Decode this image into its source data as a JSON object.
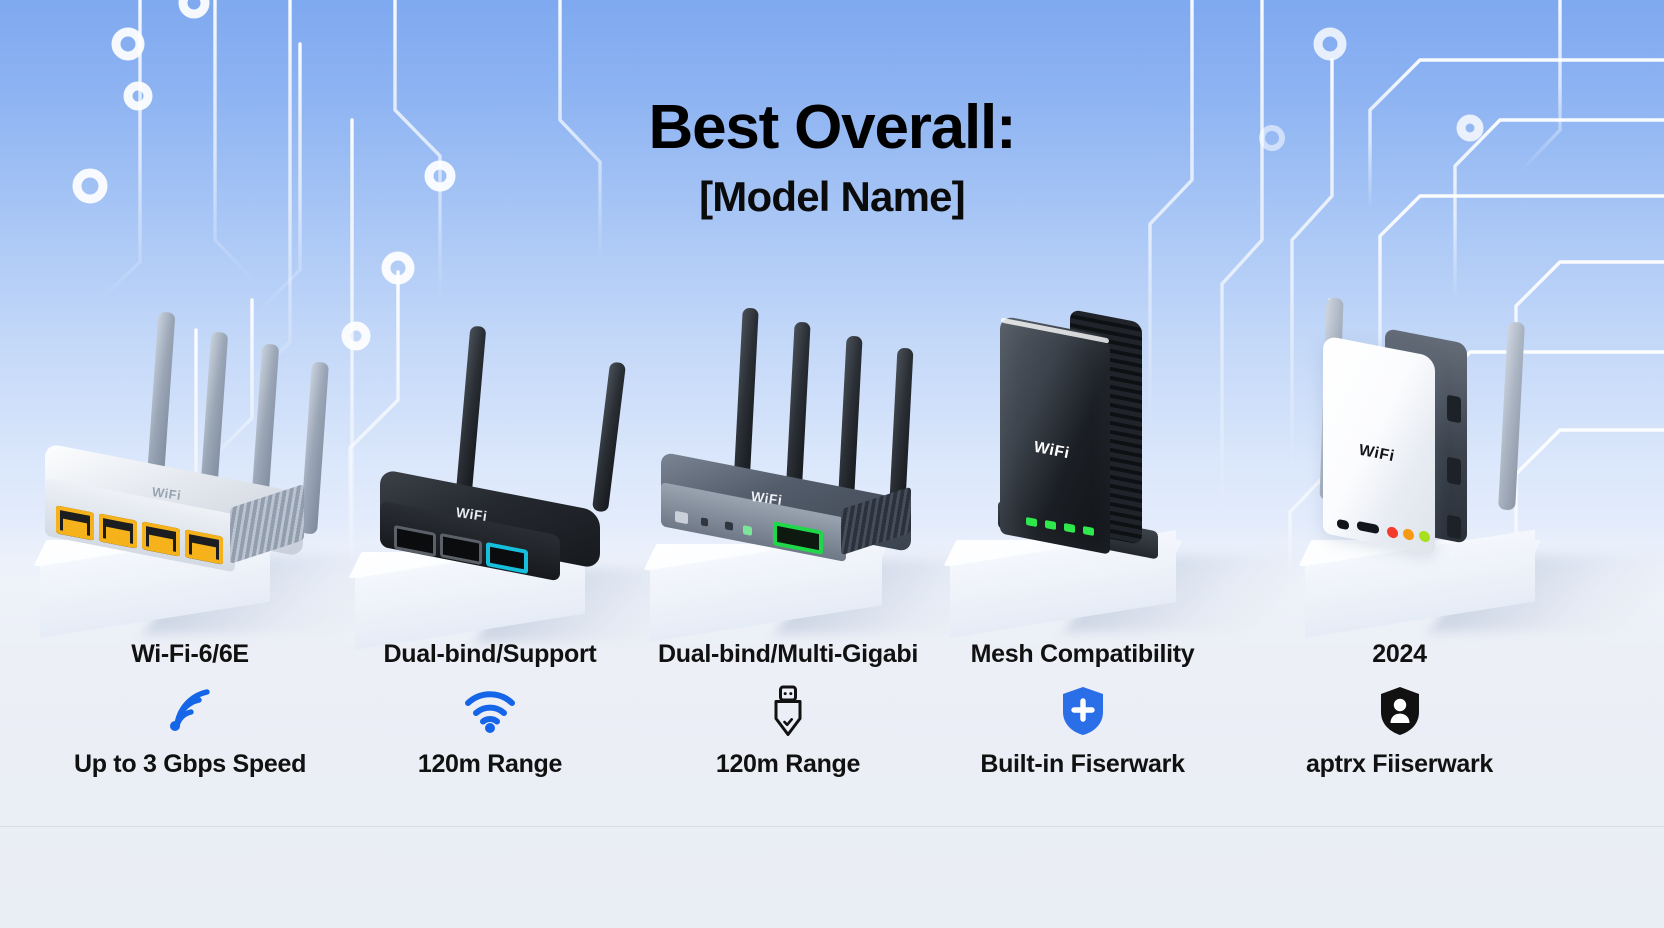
{
  "header": {
    "title": "Best Overall:",
    "subtitle": "[Model Name]"
  },
  "colors": {
    "accent_blue": "#1565e8",
    "background_top": "#7fa9f0",
    "background_bottom": "#e7ebf3",
    "port_yellow": "#f5b21a",
    "port_cyan": "#16c0dd",
    "port_green": "#1ed84a",
    "led_green": "#2ee84c",
    "led_red": "#f23b2a",
    "led_orange": "#f79a13",
    "led_lime": "#a8e020",
    "shield_blue": "#2a6ee8",
    "shield_black": "#111111"
  },
  "products": [
    {
      "id": "product-1",
      "device_brand": "WiFi",
      "top_label": "Wi-Fi-6/6E",
      "icon_name": "wifi-signal-bars-icon",
      "bottom_label": "Up to 3 Gbps Speed",
      "device_type": "silver-router-4-antenna",
      "antenna_count": 4,
      "port_count": 4,
      "port_color": "#f5b21a"
    },
    {
      "id": "product-2",
      "device_brand": "WiFi",
      "top_label": "Dual-bind/Support",
      "icon_name": "wifi-icon",
      "bottom_label": "120m Range",
      "device_type": "black-router-2-antenna",
      "antenna_count": 2,
      "port_count": 3,
      "port_color": "#16c0dd"
    },
    {
      "id": "product-3",
      "device_brand": "WiFi",
      "top_label": "Dual-bind/Multi-Gigabi",
      "icon_name": "ethernet-plug-icon",
      "bottom_label": "120m Range",
      "device_type": "grey-router-4-antenna",
      "antenna_count": 4,
      "port_count": 1,
      "port_color": "#1ed84a"
    },
    {
      "id": "product-4",
      "device_brand": "WiFi",
      "top_label": "Mesh Compatibility",
      "icon_name": "shield-plus-icon",
      "bottom_label": "Built-in Fiserwark",
      "device_type": "black-tower-mesh-node",
      "antenna_count": 0,
      "led_count": 4,
      "led_color": "#2ee84c"
    },
    {
      "id": "product-5",
      "device_brand": "WiFi",
      "top_label": "2024",
      "icon_name": "shield-user-icon",
      "bottom_label": "aptrx Fiiserwark",
      "device_type": "white-wall-plug-extender",
      "antenna_count": 2,
      "led_count": 3
    }
  ]
}
